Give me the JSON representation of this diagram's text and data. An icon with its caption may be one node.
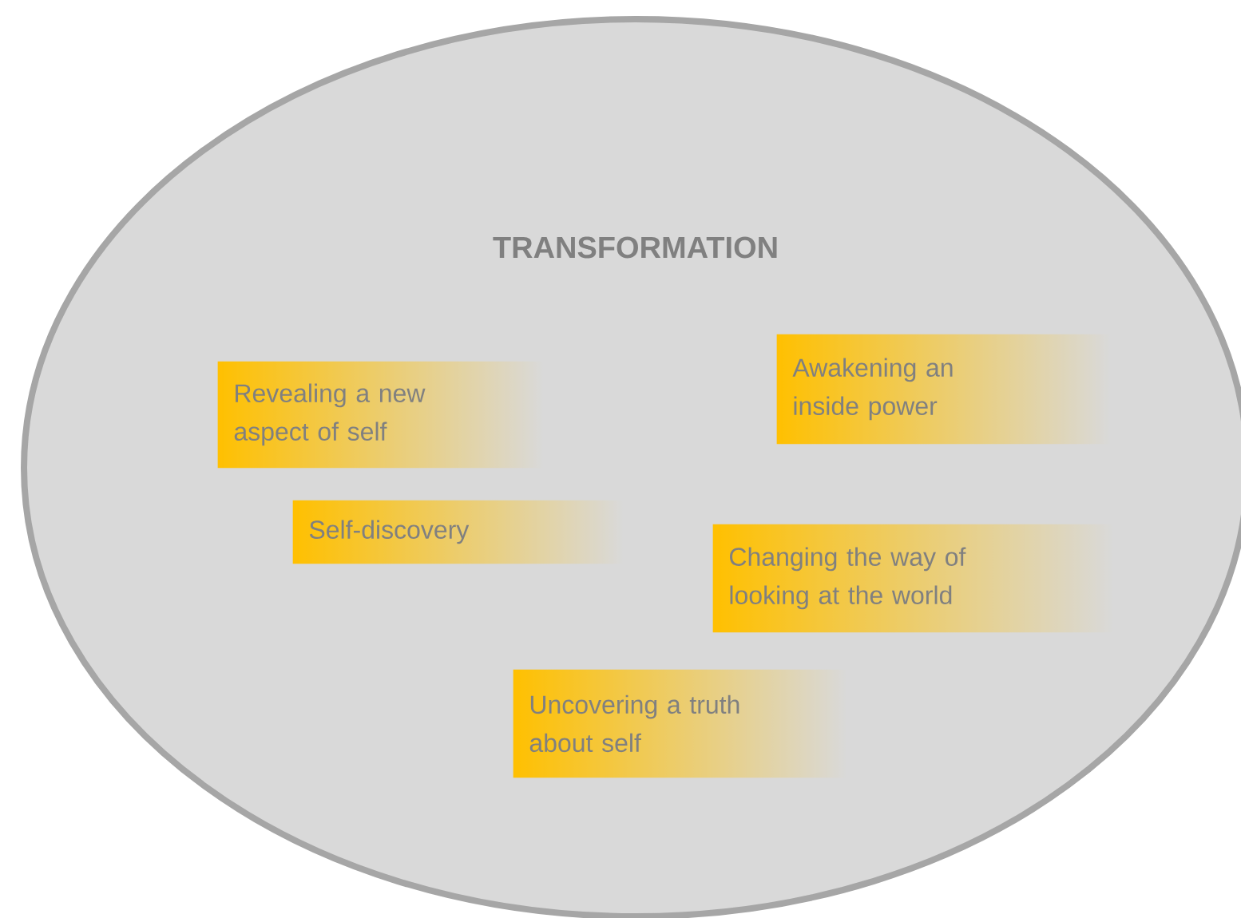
{
  "diagram": {
    "nodes": [
      {
        "text": [
          "TRANSFORMATION"
        ]
      },
      {
        "text": [
          "Revealing a new aspect of self"
        ],
        "in": 0
      },
      {
        "text": [
          "Awakening an inside power"
        ],
        "in": 0
      },
      {
        "text": [
          "Self-discovery"
        ],
        "in": 0
      },
      {
        "text": [
          "Changing the way of looking at the world"
        ],
        "in": 0
      },
      {
        "text": [
          "Uncovering a truth about self"
        ],
        "in": 0
      }
    ]
  }
}
